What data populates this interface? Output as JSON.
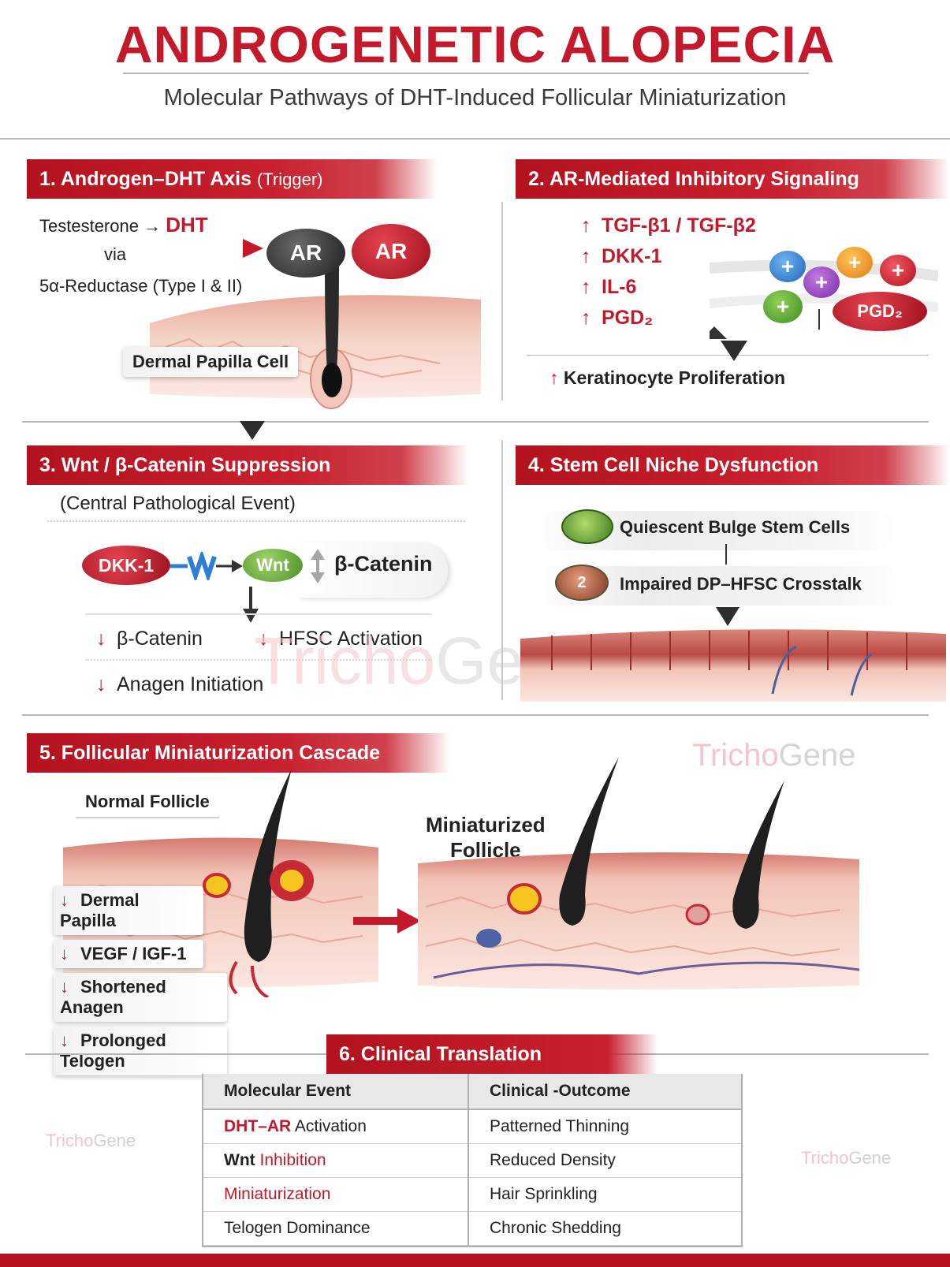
{
  "title": "ANDROGENETIC ALOPECIA",
  "subtitle": "Molecular Pathways of DHT-Induced Follicular Miniaturization",
  "watermark": {
    "tri": "Tr",
    "ch": "icho",
    "gene": "Gene"
  },
  "section1": {
    "heading": "1. Androgen–DHT Axis",
    "heading_sub": "(Trigger)",
    "testosterone": "Testesterone",
    "arrow": "→",
    "dht": "DHT",
    "via": "via",
    "reductase": "5α-Reductase (Type I & II)",
    "ar_left": "AR",
    "ar_right": "AR",
    "cell_label": "Dermal Papilla Cell"
  },
  "section2": {
    "heading": "2. AR-Mediated Inhibitory Signaling",
    "up_arrow": "↑",
    "items": [
      "TGF-β1 / TGF-β2",
      "DKK-1",
      "IL-6",
      "PGD₂"
    ],
    "pgd_badge": "PGD₂",
    "plus": "+",
    "result": "Keratinocyte Proliferation"
  },
  "section3": {
    "heading": "3. Wnt / β-Catenin Suppression",
    "sub": "(Central Pathological Event)",
    "dkk": "DKK-1",
    "wnt": "Wnt",
    "catenin": "β-Catenin",
    "down_arrow": "↓",
    "effects": [
      "β-Catenin",
      "HFSC Activation",
      "Anagen Initiation"
    ]
  },
  "section4": {
    "heading": "4. Stem Cell Niche Dysfunction",
    "item1": "Quiescent Bulge Stem Cells",
    "item2": "Impaired DP–HFSC Crosstalk",
    "badge": "2"
  },
  "section5": {
    "heading": "5. Follicular Miniaturization Cascade",
    "normal_label": "Normal Follicle",
    "mini_label_line1": "Miniaturized",
    "mini_label_line2": "Follicle",
    "effects": [
      "Dermal Papilla",
      "VEGF / IGF-1",
      "Shortened Anagen",
      "Prolonged Telogen"
    ]
  },
  "section6": {
    "heading": "6. Clinical Translation",
    "headers": [
      "Molecular Event",
      "Clinical -Outcome"
    ],
    "rows": [
      {
        "event_red": "DHT–AR",
        "event_rest": " Activation",
        "outcome": "Patterned Thinning"
      },
      {
        "event_pre": "Wnt ",
        "event_red": "Inhibition",
        "outcome": "Reduced Density"
      },
      {
        "event_red": "Miniaturization",
        "outcome": "Hair Sprinkling"
      },
      {
        "event_pre": "Telogen Dominance",
        "outcome": "Chronic Shedding"
      }
    ]
  },
  "colors": {
    "brand_red": "#c4182b",
    "dark_red": "#b3121f",
    "skin": "#f2c2b5",
    "green": "#6ea83a",
    "blue": "#2f7fd0"
  }
}
